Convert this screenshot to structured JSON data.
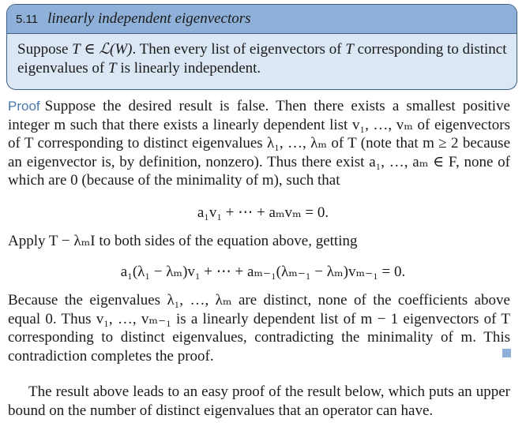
{
  "theorem": {
    "number": "5.11",
    "title": "linearly independent eigenvectors",
    "statement_1": "Suppose ",
    "statement_T": "T",
    "statement_2": " ∈ ",
    "statement_L": "ℒ(W)",
    "statement_3": ". Then every list of eigenvectors of ",
    "statement_T2": "T",
    "statement_4": " corresponding to distinct eigenvalues of ",
    "statement_T3": "T",
    "statement_5": " is linearly independent."
  },
  "proof": {
    "label": "Proof",
    "p1": "Suppose the desired result is false. Then there exists a smallest positive integer m such that there exists a linearly dependent list v₁, …, vₘ of eigenvectors of T corresponding to distinct eigenvalues λ₁, …, λₘ of T (note that m ≥ 2 because an eigenvector is, by definition, nonzero). Thus there exist a₁, …, aₘ ∈ F, none of which are 0 (because of the minimality of m), such that",
    "eq1": "a₁v₁ + ⋯ + aₘvₘ = 0.",
    "p2": "Apply T − λₘI to both sides of the equation above, getting",
    "eq2": "a₁(λ₁ − λₘ)v₁ + ⋯ + aₘ₋₁(λₘ₋₁ − λₘ)vₘ₋₁ = 0.",
    "p3": "Because the eigenvalues λ₁, …, λₘ are distinct, none of the coefficients above equal 0. Thus v₁, …, vₘ₋₁ is a linearly dependent list of m − 1 eigenvectors of T corresponding to distinct eigenvalues, contradicting the minimality of m. This contradiction completes the proof."
  },
  "closing": "The result above leads to an easy proof of the result below, which puts an upper bound on the number of distinct eigenvalues that an operator can have.",
  "colors": {
    "header_fill": "#8fb0d8",
    "body_fill": "#dbe7f4",
    "border": "#3c5f86",
    "proof_label": "#4a78ad"
  }
}
